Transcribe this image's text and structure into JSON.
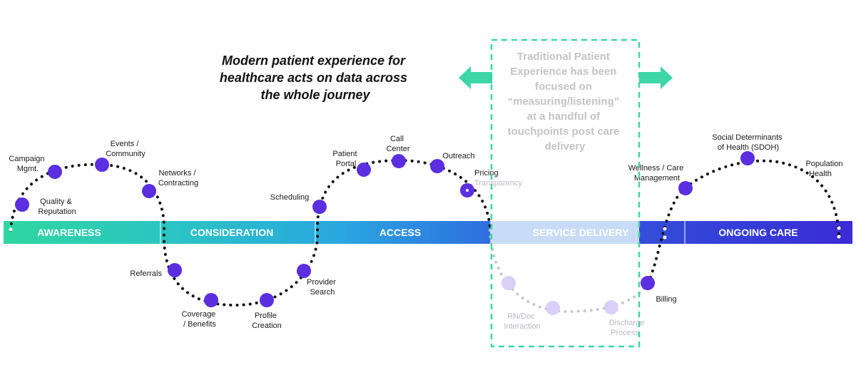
{
  "headline": {
    "lines": [
      "Modern patient experience for",
      "healthcare acts on data across",
      "the whole journey"
    ]
  },
  "callout": {
    "lines": [
      "Traditional Patient",
      "Experience has been",
      "focused on",
      "“measuring/listening”",
      "at a handful of",
      "touchpoints post care",
      "delivery"
    ],
    "border_color": "#3ed6a6",
    "arrow_color": "#3ed6a6"
  },
  "stages": [
    {
      "label": "AWARENESS"
    },
    {
      "label": "CONSIDERATION"
    },
    {
      "label": "ACCESS"
    },
    {
      "label": "SERVICE DELIVERY"
    },
    {
      "label": "ONGOING CARE"
    }
  ],
  "touchpoints": [
    {
      "lines": [
        "Quality &",
        "Reputation"
      ],
      "faded": false
    },
    {
      "lines": [
        "Campaign",
        "Mgmt."
      ],
      "faded": false
    },
    {
      "lines": [
        "Events /",
        "Community"
      ],
      "faded": false
    },
    {
      "lines": [
        "Networks /",
        "Contracting"
      ],
      "faded": false
    },
    {
      "lines": [
        "Referrals"
      ],
      "faded": false
    },
    {
      "lines": [
        "Coverage",
        "/ Benefits"
      ],
      "faded": false
    },
    {
      "lines": [
        "Profile",
        "Creation"
      ],
      "faded": false
    },
    {
      "lines": [
        "Provider",
        "Search"
      ],
      "faded": false
    },
    {
      "lines": [
        "Scheduling"
      ],
      "faded": false
    },
    {
      "lines": [
        "Patient",
        "Portal"
      ],
      "faded": false
    },
    {
      "lines": [
        "Call",
        "Center"
      ],
      "faded": false
    },
    {
      "lines": [
        "Outreach"
      ],
      "faded": false
    },
    {
      "lines": [
        "Pricing",
        "Transparency"
      ],
      "faded": false
    },
    {
      "lines": [
        "RN/Doc",
        "Interaction"
      ],
      "faded": true
    },
    {
      "lines": [
        "Discharge",
        "Process"
      ],
      "faded": true
    },
    {
      "lines": [
        "Billing"
      ],
      "faded": false
    },
    {
      "lines": [
        "Wellness / Care",
        "Management"
      ],
      "faded": false
    },
    {
      "lines": [
        "Social Determinants",
        "of Health (SDOH)"
      ],
      "faded": false
    },
    {
      "lines": [
        "Population",
        "Health"
      ],
      "faded": false
    }
  ],
  "colors": {
    "node": "#5b2ee0",
    "node_faded": "#d9cff7",
    "band_start": "#2fd6a0",
    "band_end": "#3b2bd6",
    "service_delivery_band": "#c9dcf7"
  }
}
